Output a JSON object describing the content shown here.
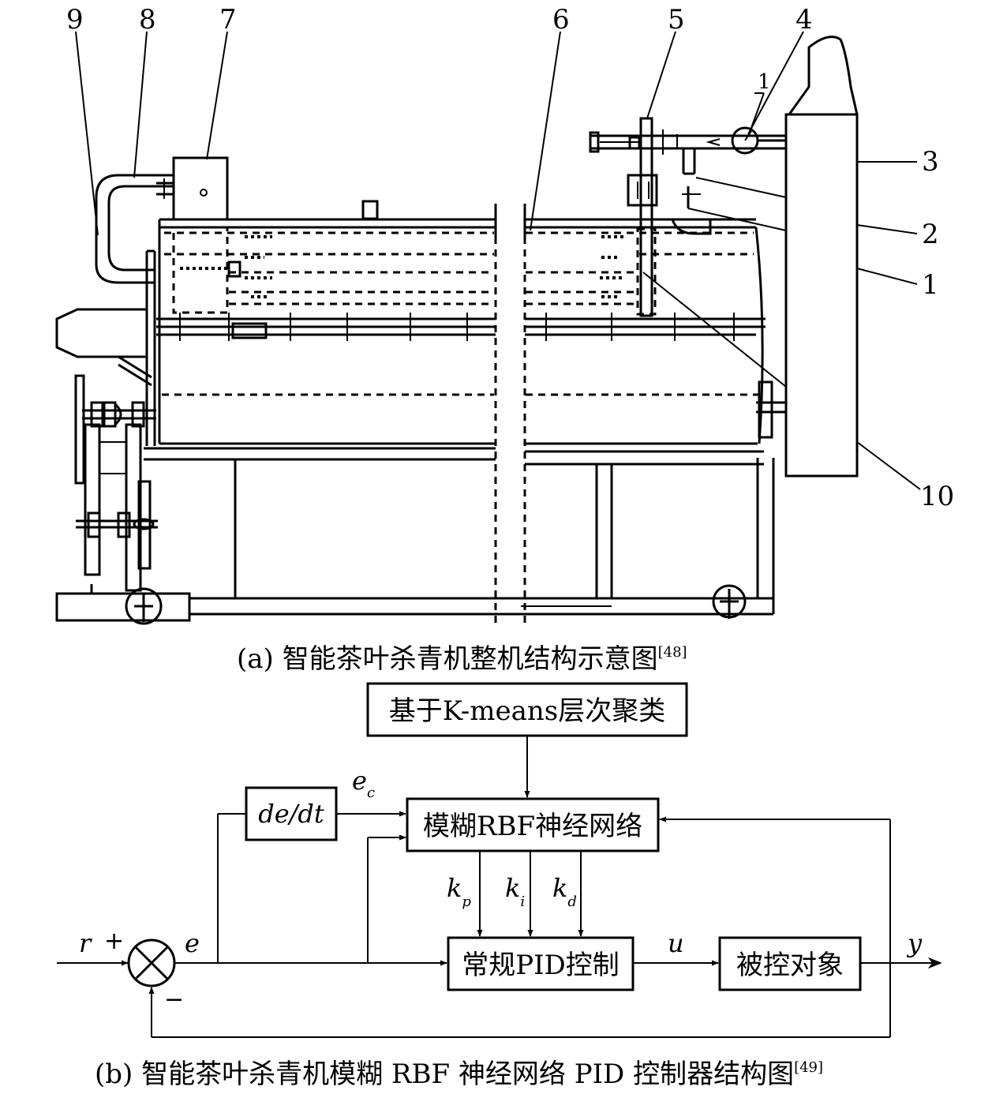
{
  "part_a": {
    "labels": [
      "1",
      "2",
      "3",
      "4",
      "5",
      "6",
      "7",
      "8",
      "9",
      "10"
    ],
    "gauge_label": "1",
    "caption": "(a) 智能茶叶杀青机整机结构示意图",
    "caption_ref": "[48]"
  },
  "part_b": {
    "kmeans_block": "基于K-means层次聚类",
    "deriv_block": "de/dt",
    "fuzzy_block": "模糊RBF神经网络",
    "pid_block": "常规PID控制",
    "plant_block": "被控对象",
    "signal_r": "r",
    "plus_sign": "+",
    "minus_sign": "−",
    "signal_e": "e",
    "signal_ec": "e",
    "signal_ec_sub": "c",
    "signal_kp": "k",
    "signal_kp_sub": "p",
    "signal_ki": "k",
    "signal_ki_sub": "i",
    "signal_kd": "k",
    "signal_kd_sub": "d",
    "signal_u": "u",
    "signal_y": "y",
    "caption": "(b) 智能茶叶杀青机模糊 RBF 神经网络 PID 控制器结构图",
    "caption_ref": "[49]"
  }
}
